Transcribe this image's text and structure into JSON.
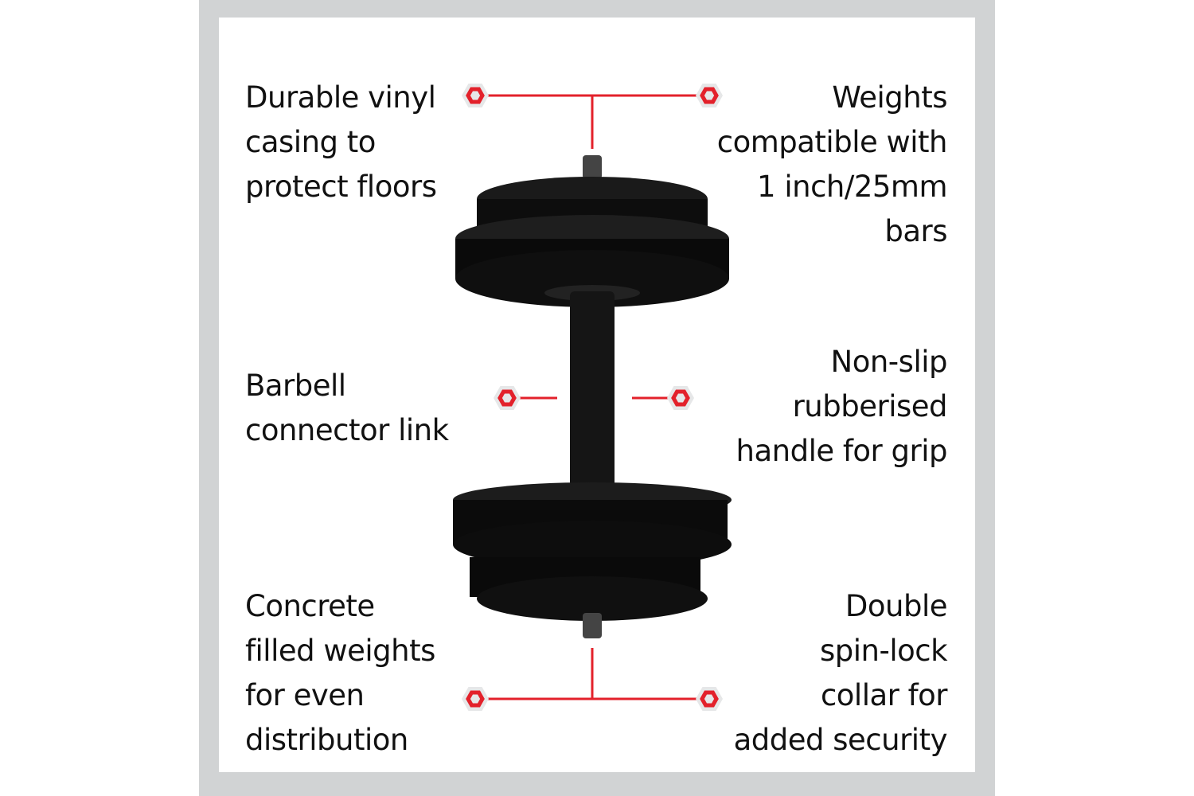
{
  "features": [
    {
      "id": "vinyl-casing",
      "lines": [
        "Durable vinyl",
        "casing to",
        "protect floors"
      ]
    },
    {
      "id": "bar-compatibility",
      "lines": [
        "Weights",
        "compatible with",
        "1 inch/25mm",
        "bars"
      ]
    },
    {
      "id": "connector-link",
      "lines": [
        "Barbell",
        "connector link"
      ]
    },
    {
      "id": "non-slip-handle",
      "lines": [
        "Non-slip",
        "rubberised",
        "handle for grip"
      ]
    },
    {
      "id": "concrete-weights",
      "lines": [
        "Concrete",
        "filled weights",
        "for even",
        "distribution"
      ]
    },
    {
      "id": "spin-lock-collar",
      "lines": [
        "Double",
        "spin-lock",
        "collar for",
        "added security"
      ]
    }
  ],
  "colors": {
    "accent": "#e3212b",
    "frame": "#d1d3d4",
    "text": "#111111"
  }
}
